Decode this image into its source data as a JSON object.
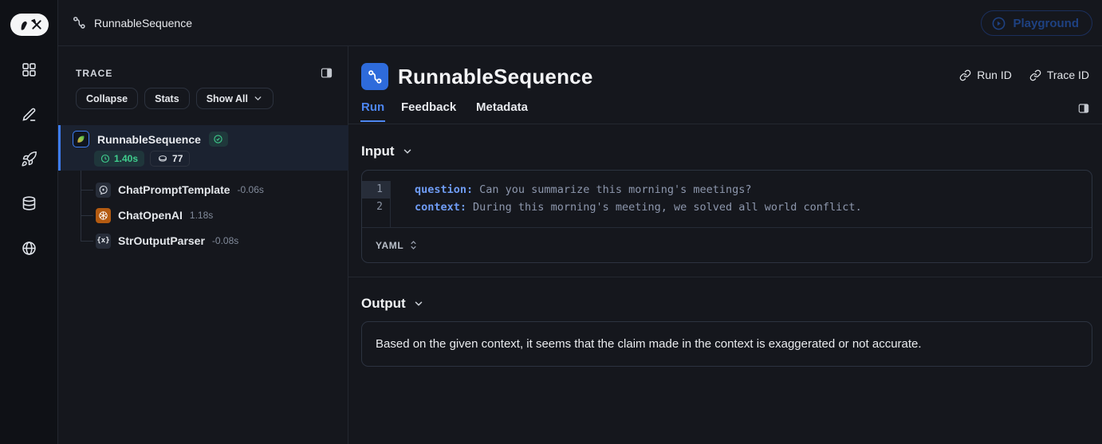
{
  "colors": {
    "accent_blue": "#3d7df5",
    "success_green": "#3fce8d",
    "openai_orange": "#b45b11",
    "disabled_blue": "#1e4181",
    "background": "#15171d"
  },
  "topbar": {
    "breadcrumb": "RunnableSequence",
    "playground_label": "Playground"
  },
  "rail": {
    "logo": "langsmith-logo",
    "icons": [
      "grid",
      "pencil",
      "rocket",
      "database",
      "globe"
    ]
  },
  "trace": {
    "title": "TRACE",
    "collapse_label": "Collapse",
    "stats_label": "Stats",
    "show_all_label": "Show All",
    "root": {
      "name": "RunnableSequence",
      "status": "success",
      "latency": "1.40s",
      "tokens": "77"
    },
    "children": [
      {
        "name": "ChatPromptTemplate",
        "latency": "-0.06s",
        "icon": "message-plus-icon"
      },
      {
        "name": "ChatOpenAI",
        "latency": "1.18s",
        "icon": "openai-icon"
      },
      {
        "name": "StrOutputParser",
        "latency": "-0.08s",
        "icon": "braces-icon",
        "glyph": "{x}"
      }
    ]
  },
  "main": {
    "title": "RunnableSequence",
    "run_id_label": "Run ID",
    "trace_id_label": "Trace ID",
    "tabs": [
      {
        "label": "Run",
        "active": true
      },
      {
        "label": "Feedback",
        "active": false
      },
      {
        "label": "Metadata",
        "active": false
      }
    ],
    "input": {
      "heading": "Input",
      "lines": [
        {
          "num": "1",
          "key": "question:",
          "value": "Can you summarize this morning's meetings?"
        },
        {
          "num": "2",
          "key": "context:",
          "value": "During this morning's meeting, we solved all world conflict."
        }
      ],
      "format": "YAML"
    },
    "output": {
      "heading": "Output",
      "text": "Based on the given context, it seems that the claim made in the context is exaggerated or not accurate."
    }
  }
}
